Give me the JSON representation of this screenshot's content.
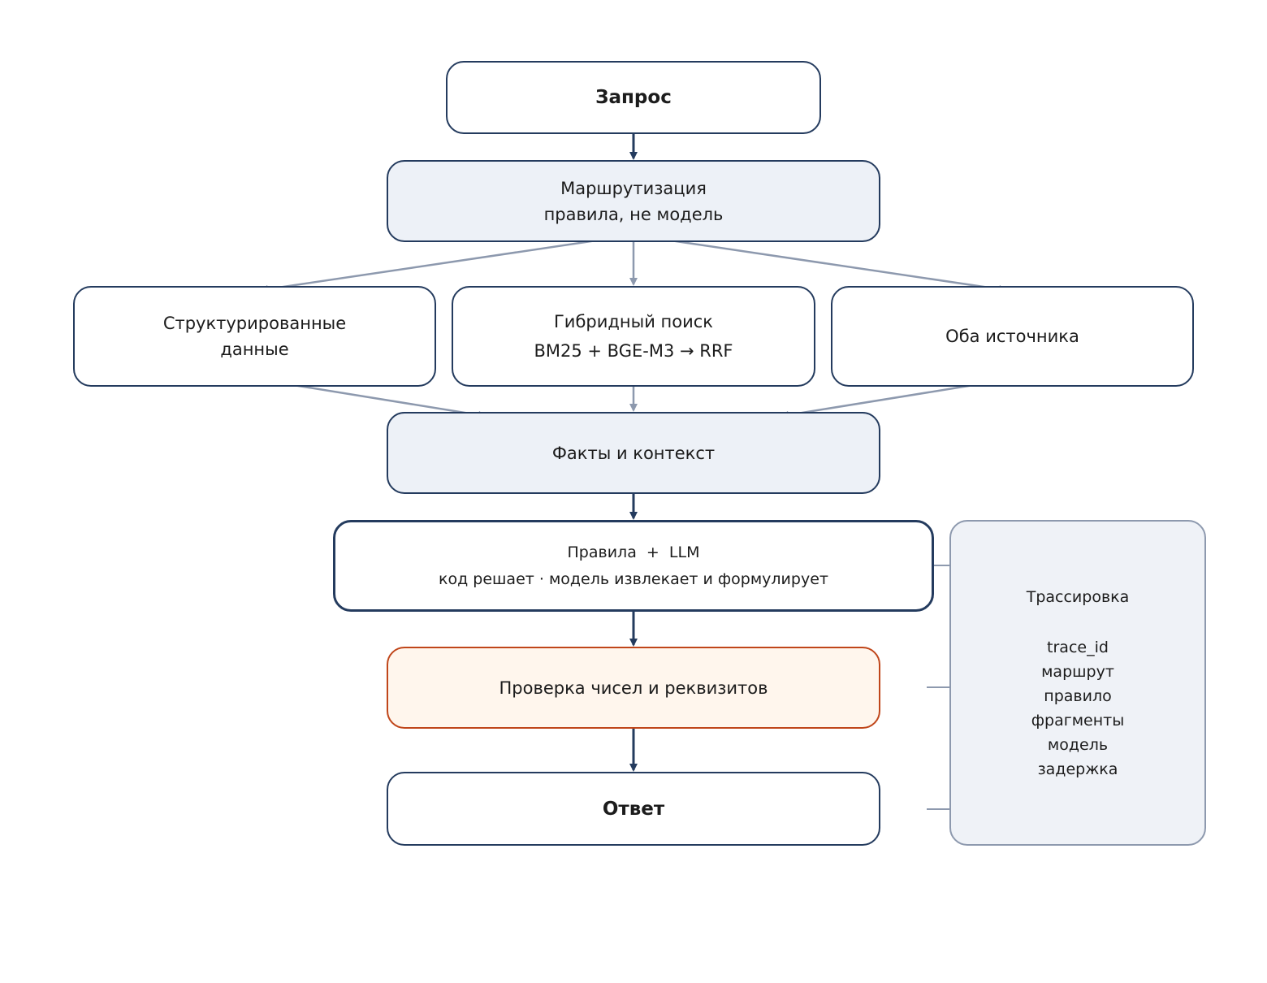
{
  "colors": {
    "primary_border": "#243b5e",
    "secondary_arrow": "#8d99ae",
    "shade_fill": "#edf1f7",
    "warn_border": "#c0461a",
    "warn_fill": "#fff6ed"
  },
  "nodes": {
    "request": "Запрос",
    "routing": {
      "title": "Маршрутизация",
      "subtitle": "правила, не модель"
    },
    "structured": {
      "line1": "Структурированные",
      "line2": "данные"
    },
    "hybrid": {
      "line1": "Гибридный поиск",
      "line2": "BM25 + BGE-M3 → RRF"
    },
    "both": "Оба источника",
    "facts": "Факты и контекст",
    "rules_llm": {
      "line1": "Правила  +  LLM",
      "line2": "код решает · модель извлекает и формулирует"
    },
    "check": "Проверка чисел и реквизитов",
    "answer": "Ответ"
  },
  "trace": {
    "title": "Трассировка",
    "items": [
      "trace_id",
      "маршрут",
      "правило",
      "фрагменты",
      "модель",
      "задержка"
    ]
  }
}
